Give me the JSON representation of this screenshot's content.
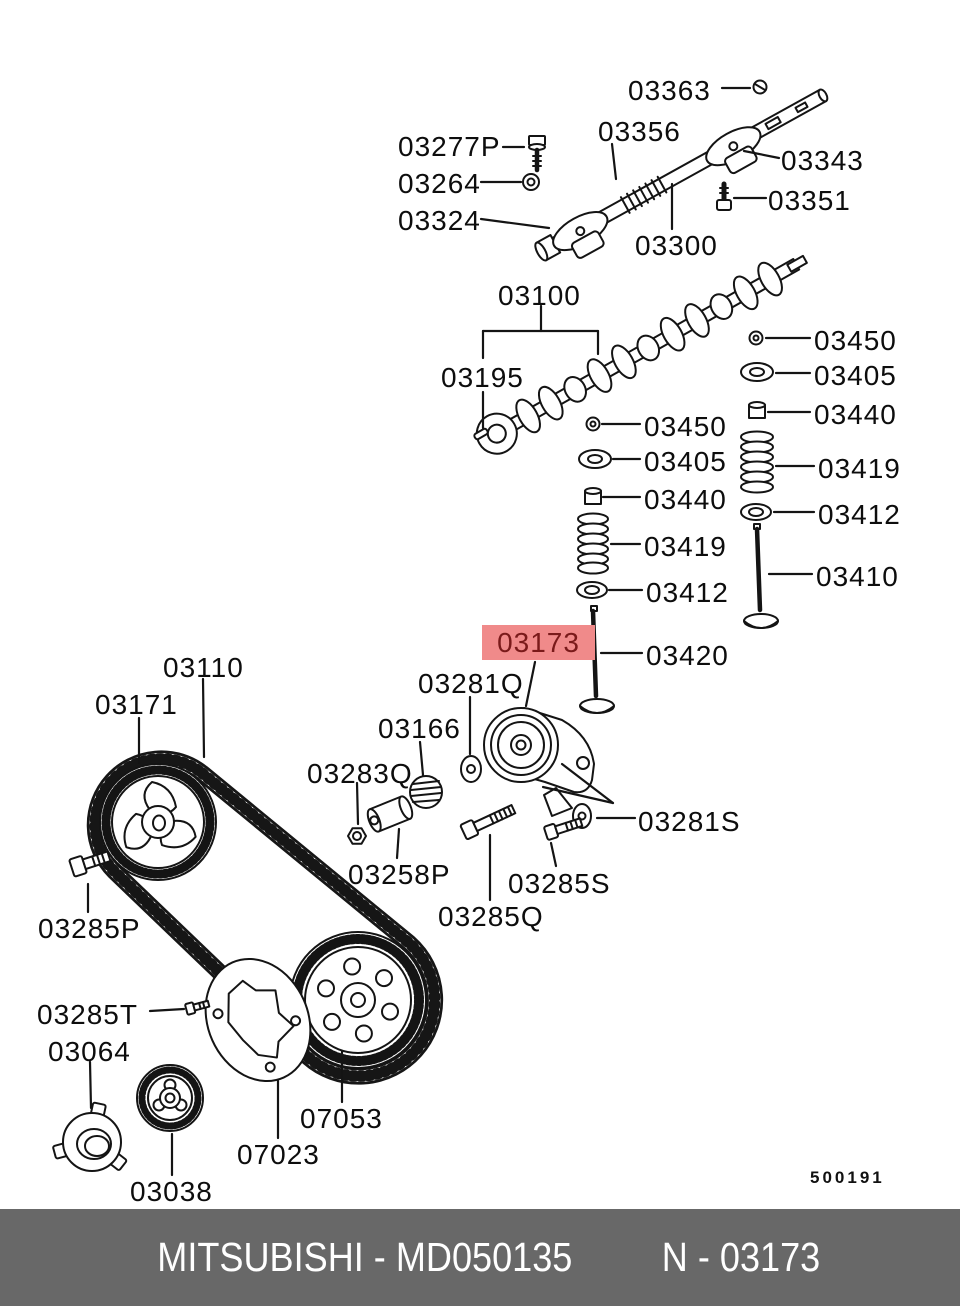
{
  "page": {
    "background_color": "#ffffff"
  },
  "drawing_number": "500191",
  "highlight": {
    "part": "03173",
    "bg_color": "#f08a8a",
    "text_color": "#7a1a1a"
  },
  "footer": {
    "brand_part": "MITSUBISHI - MD050135",
    "ref": "N - 03173",
    "bg_color": "#686868",
    "text_color": "#ffffff"
  },
  "labels": [
    {
      "id": "03363",
      "text": "03363"
    },
    {
      "id": "03277P",
      "text": "03277P"
    },
    {
      "id": "03264",
      "text": "03264"
    },
    {
      "id": "03324",
      "text": "03324"
    },
    {
      "id": "03356",
      "text": "03356"
    },
    {
      "id": "03343",
      "text": "03343"
    },
    {
      "id": "03351",
      "text": "03351"
    },
    {
      "id": "03300",
      "text": "03300"
    },
    {
      "id": "03100",
      "text": "03100"
    },
    {
      "id": "03195",
      "text": "03195"
    },
    {
      "id": "03450-right",
      "text": "03450"
    },
    {
      "id": "03405-right",
      "text": "03405"
    },
    {
      "id": "03440-right",
      "text": "03440"
    },
    {
      "id": "03419-right",
      "text": "03419"
    },
    {
      "id": "03412-right",
      "text": "03412"
    },
    {
      "id": "03410",
      "text": "03410"
    },
    {
      "id": "03450-mid",
      "text": "03450"
    },
    {
      "id": "03405-mid",
      "text": "03405"
    },
    {
      "id": "03440-mid",
      "text": "03440"
    },
    {
      "id": "03419-mid",
      "text": "03419"
    },
    {
      "id": "03412-mid",
      "text": "03412"
    },
    {
      "id": "03173-highlighted",
      "text": "03173",
      "highlighted": true
    },
    {
      "id": "03420",
      "text": "03420"
    },
    {
      "id": "03281Q",
      "text": "03281Q"
    },
    {
      "id": "03166",
      "text": "03166"
    },
    {
      "id": "03283Q",
      "text": "03283Q"
    },
    {
      "id": "03110",
      "text": "03110"
    },
    {
      "id": "03171",
      "text": "03171"
    },
    {
      "id": "03258P",
      "text": "03258P"
    },
    {
      "id": "03281S",
      "text": "03281S"
    },
    {
      "id": "03285P",
      "text": "03285P"
    },
    {
      "id": "03285S",
      "text": "03285S"
    },
    {
      "id": "03285Q",
      "text": "03285Q"
    },
    {
      "id": "03285T",
      "text": "03285T"
    },
    {
      "id": "03064",
      "text": "03064"
    },
    {
      "id": "03038",
      "text": "03038"
    },
    {
      "id": "07023",
      "text": "07023"
    },
    {
      "id": "07053",
      "text": "07053"
    }
  ]
}
